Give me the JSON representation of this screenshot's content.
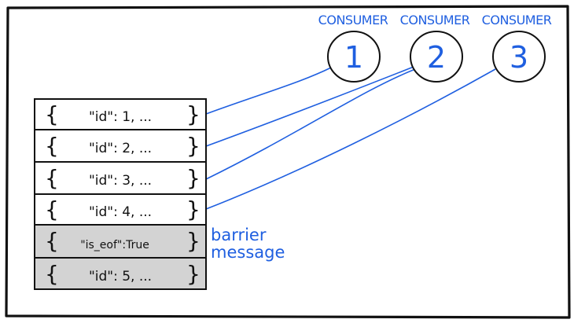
{
  "consumers": [
    {
      "label": "CONSUMER",
      "number": "1"
    },
    {
      "label": "CONSUMER",
      "number": "2"
    },
    {
      "label": "CONSUMER",
      "number": "3"
    }
  ],
  "messages": [
    {
      "text": "\"id\": 1, ...",
      "highlight": false
    },
    {
      "text": "\"id\": 2, ...",
      "highlight": false
    },
    {
      "text": "\"id\": 3, ...",
      "highlight": false
    },
    {
      "text": "\"id\": 4, ...",
      "highlight": false
    },
    {
      "text": "\"is_eof\":True",
      "highlight": true
    },
    {
      "text": "\"id\": 5, ...",
      "highlight": true
    }
  ],
  "brace_open": "{",
  "brace_close": "}",
  "barrier_label": [
    "barrier",
    "message"
  ],
  "connections": [
    {
      "consumer": "1",
      "message": "\"id\": 1, ..."
    },
    {
      "consumer": "2",
      "message": "\"id\": 2, ..."
    },
    {
      "consumer": "2",
      "message": "\"id\": 3, ..."
    },
    {
      "consumer": "3",
      "message": "\"id\": 4, ..."
    }
  ],
  "colors": {
    "accent": "#1f5fe0",
    "ink": "#111111",
    "box_fill": "#ffffff",
    "box_fill_highlight": "#d3d3d3",
    "background": "#ffffff"
  }
}
